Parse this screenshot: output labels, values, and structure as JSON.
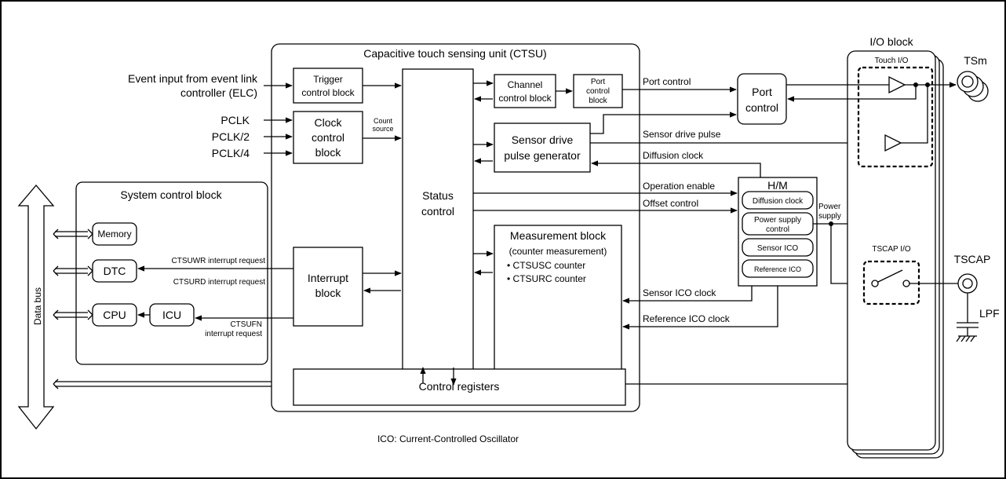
{
  "diagram": {
    "ctsu_title": "Capacitive touch sensing unit (CTSU)",
    "system_control_title": "System control block",
    "io_block_title": "I/O block",
    "touch_io_label": "Touch I/O",
    "tscap_io_label": "TSCAP I/O",
    "tsm_label": "TSm",
    "tscap_label": "TSCAP",
    "lpf_label": "LPF",
    "data_bus_label": "Data bus",
    "footnote": "ICO: Current-Controlled Oscillator",
    "inputs": {
      "event_line1": "Event input from event link",
      "event_line2": "controller (ELC)",
      "pclk": "PCLK",
      "pclk2": "PCLK/2",
      "pclk4": "PCLK/4"
    },
    "blocks": {
      "trigger_line1": "Trigger",
      "trigger_line2": "control block",
      "clock_line1": "Clock",
      "clock_line2": "control",
      "clock_line3": "block",
      "status_line1": "Status",
      "status_line2": "control",
      "channel_line1": "Channel",
      "channel_line2": "control block",
      "port_ctrl_line1": "Port",
      "port_ctrl_line2": "control",
      "port_ctrl_line3": "block",
      "sensor_drive_line1": "Sensor drive",
      "sensor_drive_line2": "pulse generator",
      "measurement_line1": "Measurement block",
      "measurement_line2": "(counter measurement)",
      "measurement_line3": "• CTSUSC counter",
      "measurement_line4": "• CTSURC counter",
      "interrupt_line1": "Interrupt",
      "interrupt_line2": "block",
      "control_registers": "Control registers",
      "port_line1": "Port",
      "port_line2": "control",
      "hm_title": "H/M",
      "hm_diffusion": "Diffusion clock",
      "hm_power_line1": "Power supply",
      "hm_power_line2": "control",
      "hm_sensor_ico": "Sensor ICO",
      "hm_reference_ico": "Reference ICO",
      "memory": "Memory",
      "dtc": "DTC",
      "cpu": "CPU",
      "icu": "ICU"
    },
    "signals": {
      "count_line1": "Count",
      "count_line2": "source",
      "port_control": "Port control",
      "sensor_drive_pulse": "Sensor drive pulse",
      "diffusion_clock": "Diffusion clock",
      "operation_enable": "Operation enable",
      "offset_control": "Offset control",
      "sensor_ico_clock": "Sensor ICO clock",
      "reference_ico_clock": "Reference ICO clock",
      "power_line1": "Power",
      "power_line2": "supply",
      "ctsuwr": "CTSUWR interrupt request",
      "ctsurd": "CTSURD interrupt request",
      "ctsufn_line1": "CTSUFN",
      "ctsufn_line2": "interrupt request"
    }
  }
}
